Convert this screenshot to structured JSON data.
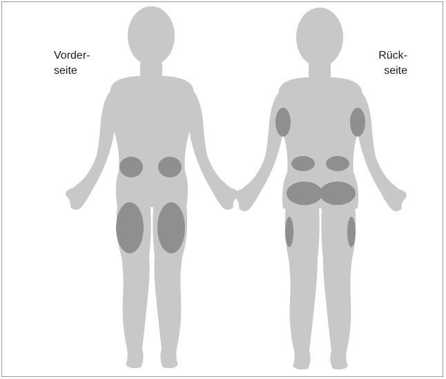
{
  "labels": {
    "front_line1": "Vorder-",
    "front_line2": "seite",
    "back_line1": "Rück-",
    "back_line2": "seite"
  },
  "colors": {
    "body": "#c8c8c8",
    "injection_zone": "#8f8f8f",
    "frame": "#9a9a9a"
  },
  "figures": [
    {
      "view": "front",
      "zones": [
        "abdomen-left",
        "abdomen-right",
        "thigh-left",
        "thigh-right"
      ]
    },
    {
      "view": "back",
      "zones": [
        "upper-arm-left",
        "upper-arm-right",
        "lower-back-left",
        "lower-back-right",
        "buttock-left",
        "buttock-right",
        "thigh-outer-left",
        "thigh-outer-right"
      ]
    }
  ]
}
